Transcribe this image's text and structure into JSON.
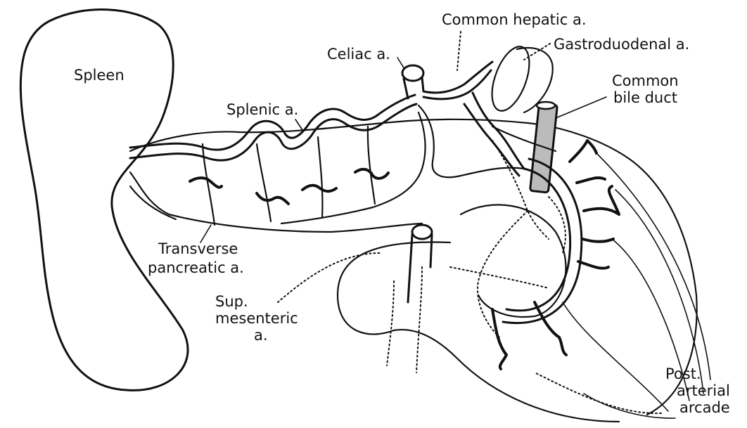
{
  "labels": {
    "spleen": "Spleen",
    "celiac": "Celiac a.",
    "common_hepatic": "Common hepatic a.",
    "gastroduodenal": "Gastroduodenal a.",
    "common_bile_duct_1": "Common",
    "common_bile_duct_2": "bile duct",
    "splenic": "Splenic a.",
    "transverse_pancreatic_1": "Transverse",
    "transverse_pancreatic_2": "pancreatic a.",
    "sup_mesenteric_1": "Sup.",
    "sup_mesenteric_2": "mesenteric",
    "sup_mesenteric_3": "a.",
    "post_arterial_arcade_1": "Post.",
    "post_arterial_arcade_2": "arterial",
    "post_arterial_arcade_3": "arcade"
  }
}
